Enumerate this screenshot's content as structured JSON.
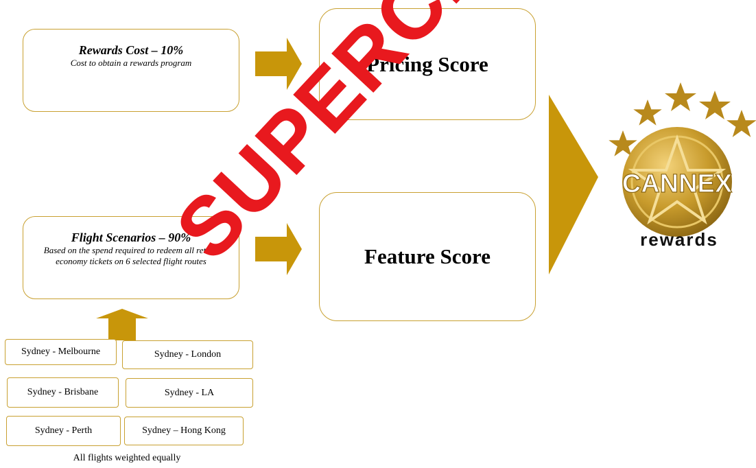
{
  "rewards_cost": {
    "title": "Rewards Cost – 10%",
    "description": "Cost to obtain a rewards program"
  },
  "flight_scenarios": {
    "title": "Flight Scenarios – 90%",
    "description": "Based on the spend required to redeem all return economy tickets on 6 selected flight routes"
  },
  "pricing_score": "Pricing Score",
  "feature_score": "Feature Score",
  "routes": [
    "Sydney - Melbourne",
    "Sydney - London",
    "Sydney - Brisbane",
    "Sydney - LA",
    "Sydney - Perth",
    "Sydney – Hong Kong"
  ],
  "weighting_note": "All flights weighted equally",
  "logo": {
    "brand": "CANNEX",
    "tagline": "rewards"
  },
  "watermark": "SUPERCEDED",
  "colors": {
    "accent": "#c8a030",
    "arrow": "#c8960a",
    "watermark": "#e8191e"
  }
}
